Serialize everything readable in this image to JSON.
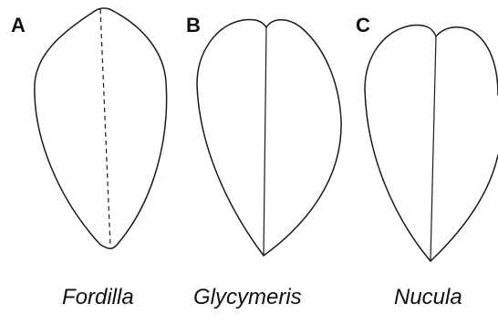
{
  "panels": [
    {
      "letter": "A",
      "name": "Fordilla",
      "midline": "dashed"
    },
    {
      "letter": "B",
      "name": "Glycymeris",
      "midline": "solid"
    },
    {
      "letter": "C",
      "name": "Nucula",
      "midline": "solid"
    }
  ],
  "colors": {
    "line": "#1a1a1a",
    "text": "#111111",
    "background": "#ffffff"
  }
}
